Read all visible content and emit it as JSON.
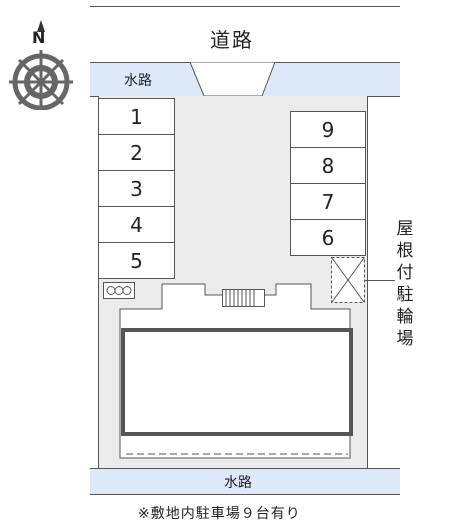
{
  "map": {
    "road_label": "道路",
    "waterway_top_label": "水路",
    "waterway_bottom_label": "水路",
    "compass_label": "N",
    "roof_parking_label": [
      "屋",
      "根",
      "付",
      "駐",
      "輪",
      "場"
    ],
    "footnote": "※敷地内駐車場９台有り",
    "parking_left": [
      "1",
      "2",
      "3",
      "4",
      "5"
    ],
    "parking_right": [
      "9",
      "8",
      "7",
      "6"
    ]
  },
  "colors": {
    "waterway": "#dbe9f8",
    "lot": "#ebebeb",
    "building_border": "#555555"
  }
}
